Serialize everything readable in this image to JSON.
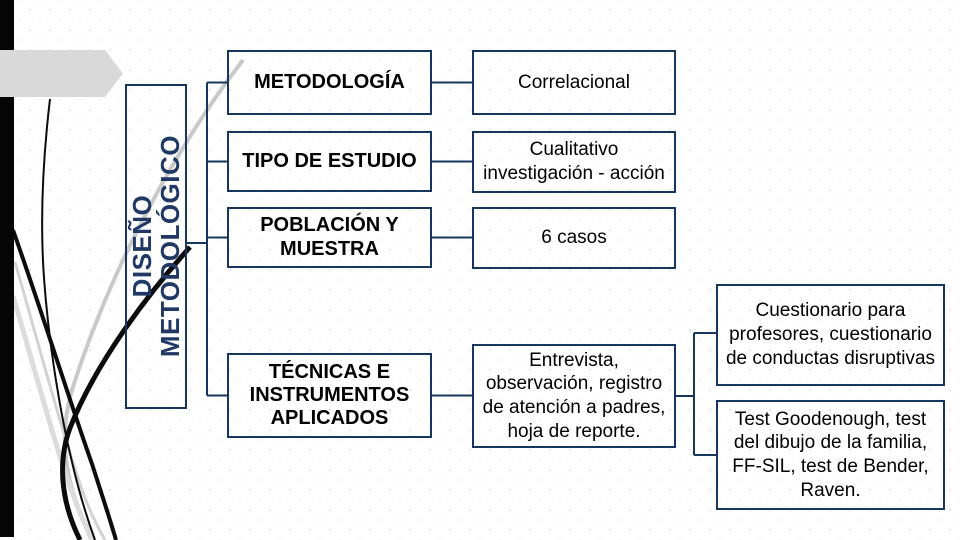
{
  "slide": {
    "vertical_title": "DISEÑO\nMETODOLÓGICO"
  },
  "diagram": {
    "rows": [
      {
        "label": "METODOLOGÍA",
        "value": "Correlacional"
      },
      {
        "label": "TIPO DE ESTUDIO",
        "value": "Cualitativo\ninvestigación - acción"
      },
      {
        "label": "POBLACIÓN Y\nMUESTRA",
        "value": "6 casos"
      },
      {
        "label": "TÉCNICAS E\nINSTRUMENTOS\nAPLICADOS",
        "value": "Entrevista,\nobservación, registro\nde atención a padres,\nhoja de reporte."
      }
    ],
    "instruments": [
      {
        "text": "Cuestionario para\nprofesores, cuestionario\nde conductas disruptivas"
      },
      {
        "text": "Test Goodenough, test\ndel dibujo de la familia,\nFF-SIL, test de Bender,\nRaven."
      }
    ]
  },
  "colors": {
    "border_navy": "#17365d",
    "title_navy": "#1f3864",
    "text_black": "#000000",
    "accent_bar_black": "#050505",
    "arrow_gray": "#d9d9d9",
    "swoosh_gray": "#c9c9c9"
  }
}
